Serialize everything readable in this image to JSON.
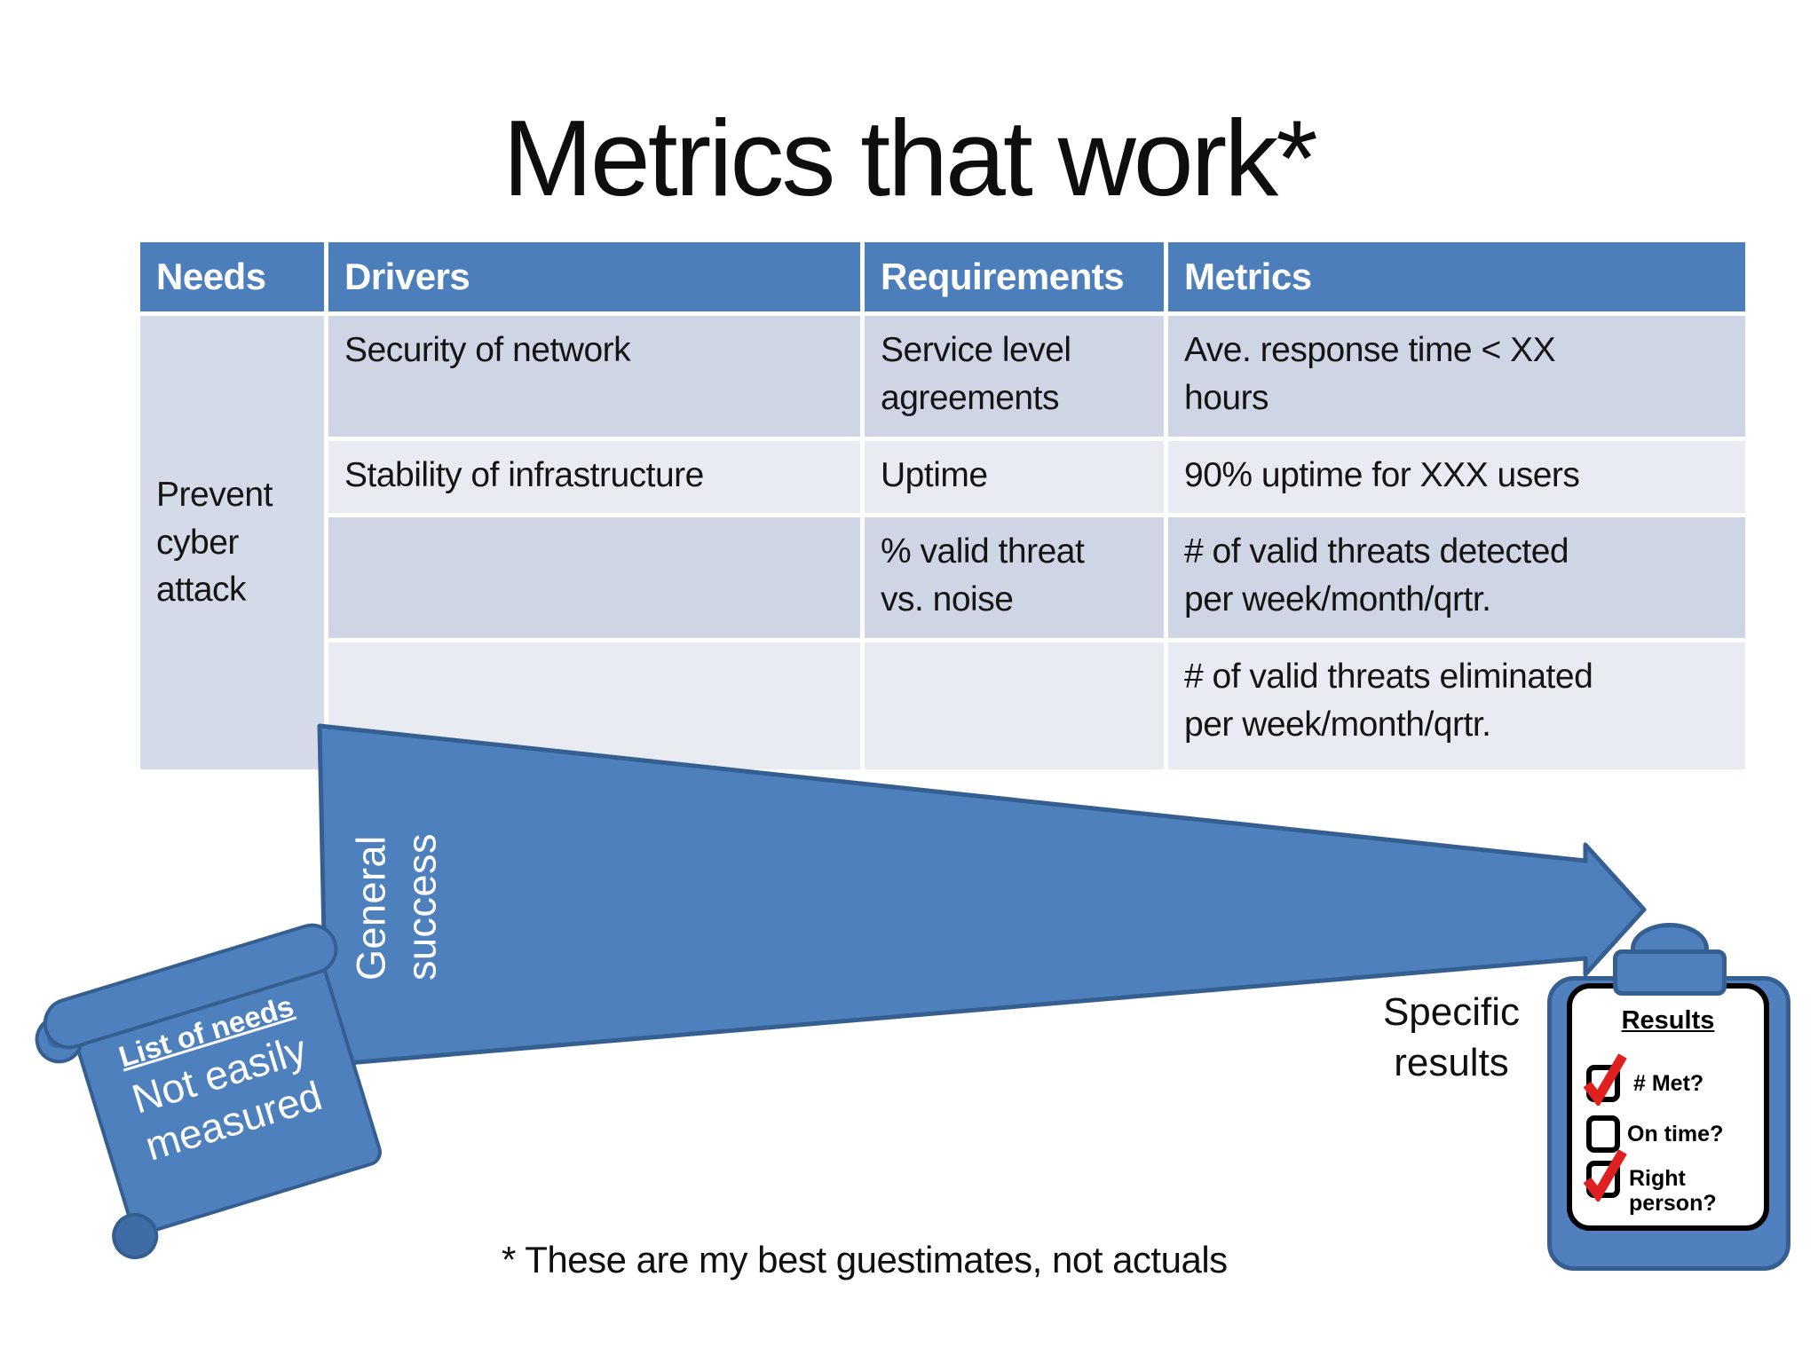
{
  "title": "Metrics that work*",
  "table": {
    "headers": [
      "Needs",
      "Drivers",
      "Requirements",
      "Metrics"
    ],
    "needs_cell": "Prevent cyber attack",
    "rows": [
      {
        "driver": "Security of network",
        "requirement": "Service level\nagreements",
        "metric": "Ave. response time < XX\nhours"
      },
      {
        "driver": "Stability of infrastructure",
        "requirement": "Uptime",
        "metric": "90% uptime for XXX users"
      },
      {
        "driver": "",
        "requirement": "% valid threat\nvs. noise",
        "metric": "# of valid threats detected\nper week/month/qrtr."
      },
      {
        "driver": "",
        "requirement": "",
        "metric": "# of valid threats eliminated\nper week/month/qrtr."
      }
    ]
  },
  "arrow": {
    "label": "General\nsuccess"
  },
  "scroll": {
    "title": "List of needs",
    "body": "Not easily\nmeasured"
  },
  "specific_results": {
    "label": "Specific\nresults"
  },
  "clipboard": {
    "title": "Results",
    "items": [
      {
        "label": "# Met?",
        "checked": true
      },
      {
        "label": "On time?",
        "checked": false
      },
      {
        "label": "Right\nperson?",
        "checked": true
      }
    ]
  },
  "footnote": "* These are my best guestimates, not actuals",
  "colors": {
    "header_blue": "#4d7ebc",
    "band_dark": "#cfd5e4",
    "band_light": "#e9ebf2",
    "needs_band": "#d4dae7",
    "shape_fill": "#4e80be",
    "shape_stroke": "#355e91",
    "check_red": "#e02020"
  }
}
